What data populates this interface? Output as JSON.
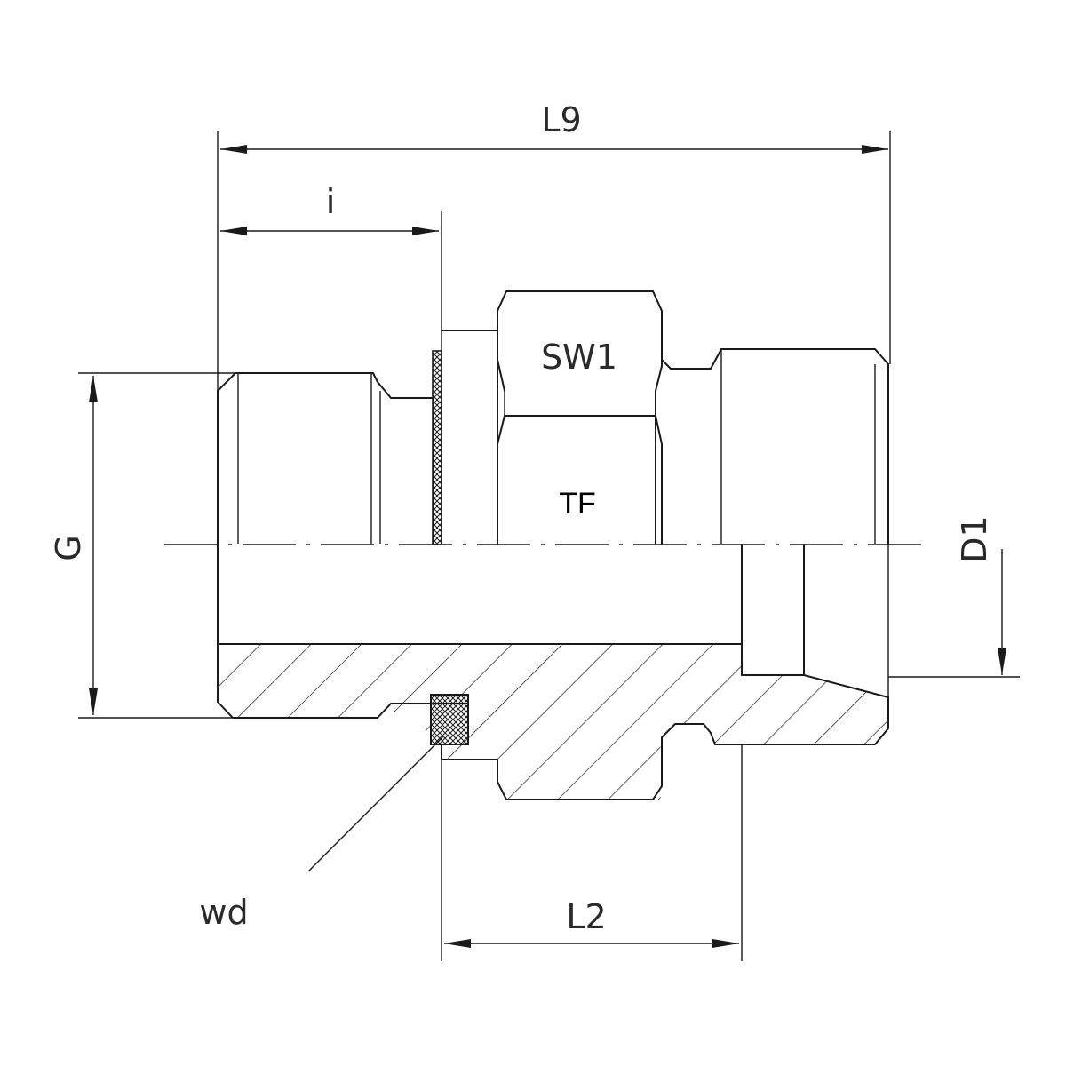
{
  "labels": {
    "L9": "L9",
    "i": "i",
    "SW1": "SW1",
    "TF": "TF",
    "G": "G",
    "D1": "D1",
    "wd": "wd",
    "L2": "L2"
  },
  "colors": {
    "line": "#1a1a1a",
    "background": "#ffffff"
  }
}
